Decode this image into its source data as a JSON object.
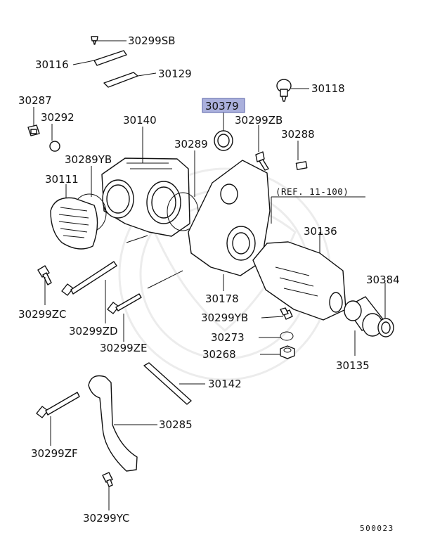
{
  "highlight_part": "30379",
  "labels": {
    "p30299SB": "30299SB",
    "p30116": "30116",
    "p30129": "30129",
    "p30118": "30118",
    "p30287": "30287",
    "p30292": "30292",
    "p30140": "30140",
    "p30379": "30379",
    "p30299ZB": "30299ZB",
    "p30289": "30289",
    "p30288": "30288",
    "p30289YB": "30289YB",
    "p30111": "30111",
    "p30136": "30136",
    "p30384": "30384",
    "p30299ZC": "30299ZC",
    "p30299ZD": "30299ZD",
    "p30299ZE": "30299ZE",
    "p30178": "30178",
    "p30299YB": "30299YB",
    "p30273": "30273",
    "p30268": "30268",
    "p30135": "30135",
    "p30142": "30142",
    "p30285": "30285",
    "p30299ZF": "30299ZF",
    "p30299YC": "30299YC"
  },
  "reference_note": "(REF. 11-100)",
  "diagram_code": "500023",
  "colors": {
    "highlight_fill": "#aab0dc",
    "line": "#111111"
  }
}
